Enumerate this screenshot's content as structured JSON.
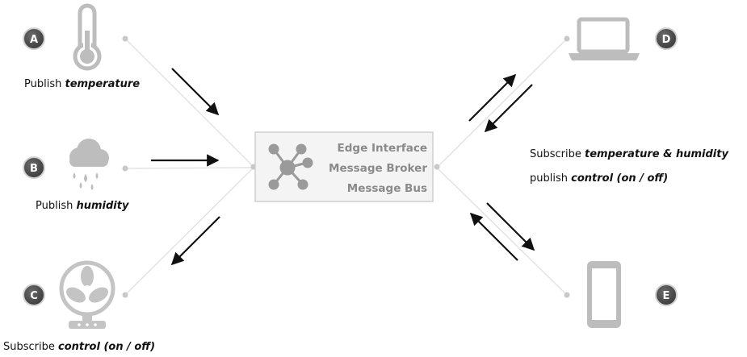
{
  "badges": {
    "a": "A",
    "b": "B",
    "c": "C",
    "d": "D",
    "e": "E"
  },
  "labels": {
    "a_verb": "Publish",
    "a_topic": "temperature",
    "b_verb": "Publish",
    "b_topic": "humidity",
    "c_verb": "Subscribe",
    "c_topic": "control (on / off)",
    "d_verb1": "Subscribe",
    "d_topic1": "temperature & humidity",
    "d_verb2": "publish",
    "d_topic2": "control (on / off)"
  },
  "broker": {
    "line1": "Edge Interface",
    "line2": "Message Broker",
    "line3": "Message Bus"
  },
  "icons": {
    "a": "thermometer-icon",
    "b": "rain-cloud-icon",
    "c": "fan-icon",
    "d": "laptop-icon",
    "e": "smartphone-icon",
    "hub": "hub-network-icon"
  },
  "colors": {
    "icon": "#bdbdbd",
    "badge": "#4a4a4a",
    "arrow": "#111111",
    "broker_text": "#8a8a8a"
  }
}
